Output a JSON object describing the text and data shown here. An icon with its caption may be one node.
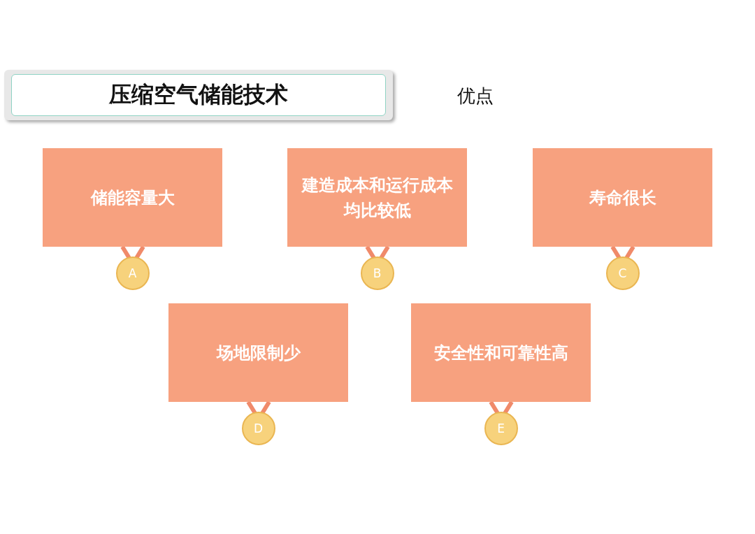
{
  "diagram": {
    "title": "压缩空气储能技术",
    "nodes": [
      {
        "text": [
          "储能容量大"
        ]
      },
      {
        "text": [
          "A"
        ]
      },
      {
        "text": [
          "建造成本和运行成本均比较低"
        ]
      },
      {
        "text": [
          "B"
        ]
      },
      {
        "text": [
          "寿命很长"
        ]
      },
      {
        "text": [
          "C"
        ]
      },
      {
        "text": [
          "场地限制少"
        ]
      },
      {
        "text": [
          "D"
        ]
      },
      {
        "text": [
          "安全性和可靠性高"
        ]
      },
      {
        "text": [
          "E"
        ]
      }
    ],
    "edges": [],
    "labels": [
      "优点"
    ]
  }
}
